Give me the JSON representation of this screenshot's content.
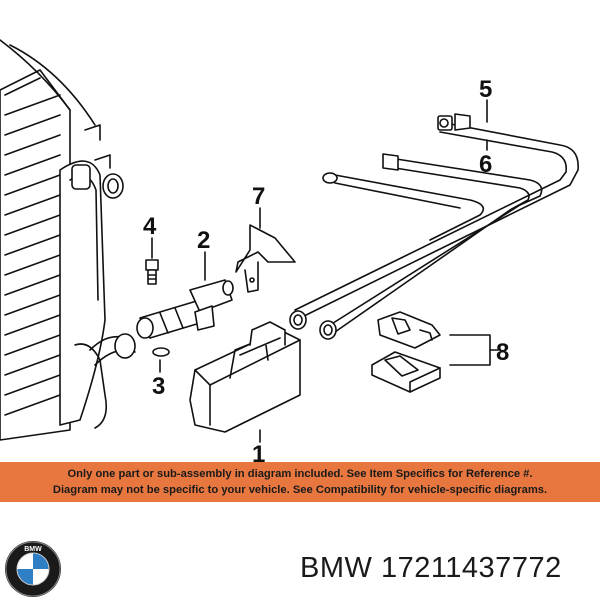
{
  "callouts": {
    "c1": "1",
    "c2": "2",
    "c3": "3",
    "c4": "4",
    "c5": "5",
    "c6": "6",
    "c7": "7",
    "c8": "8"
  },
  "notice": {
    "line1": "Only one part or sub-assembly in diagram included. See Item Specifics for Reference #.",
    "line2": "Diagram may not be specific to your vehicle. See Compatibility for vehicle-specific diagrams."
  },
  "footer": {
    "brand": "BMW",
    "part_number": "17211437772",
    "logo_letters": "BMW"
  },
  "colors": {
    "notice_bg": "#e8773f",
    "line": "#111111",
    "logo_blue": "#2f7fc4"
  }
}
